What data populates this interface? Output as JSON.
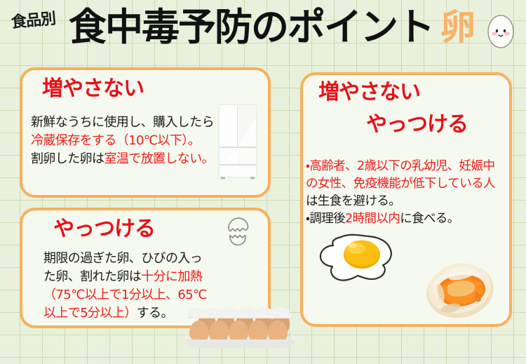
{
  "header": {
    "kicker": "食品別",
    "title": "食中毒予防のポイント",
    "food_kanji": "卵",
    "mascot_icon": "egg-mascot-icon"
  },
  "panels": {
    "fridge": {
      "heading": "増やさない",
      "body_line1_black": "新鮮なうちに使用し、購入したら",
      "body_line2_red": "冷蔵保存をする（10℃以下）。",
      "body_line3_black": "割卵した卵は",
      "body_line3_red": "室温で放置しない。",
      "illustration": "refrigerator-icon"
    },
    "heat": {
      "heading": "やっつける",
      "body_line1_black": "期限の過ぎた卵、ひびの入っ",
      "body_line2_black": "た卵、割れた卵は",
      "body_line2_red": "十分に加熱",
      "body_line3_red": "（75℃以上で1分以上、65℃",
      "body_line4_red": "以上で5分以上）",
      "body_line4_black": "する。",
      "illustration": "cracked-egg-icon"
    },
    "risk": {
      "heading_1": "増やさない",
      "heading_2": "やっつける",
      "body_line1_red": "・高齢者、2歳以下の乳幼児、妊娠中",
      "body_line2_red": "の女性、免疫機能が低下している人",
      "body_line3_black": "は生食を避ける。",
      "body_line4_black_a": "・調理後",
      "body_line4_red": "2時間以内",
      "body_line4_black_b": "に食べる。",
      "illustration_1": "fried-egg-icon",
      "illustration_2": "soft-boiled-egg-icon"
    }
  },
  "decorations": {
    "egg_carton": "egg-carton-icon"
  },
  "colors": {
    "background": "#e9f1dd",
    "grid_line": "#b0c98c",
    "panel_fill": "#f6f9ef",
    "panel_border": "#f7b05b",
    "heading_red": "#e8101a",
    "body_red": "#ef1b1b",
    "body_black": "#1b1b1b",
    "kanji_orange": "#f7b26a"
  }
}
